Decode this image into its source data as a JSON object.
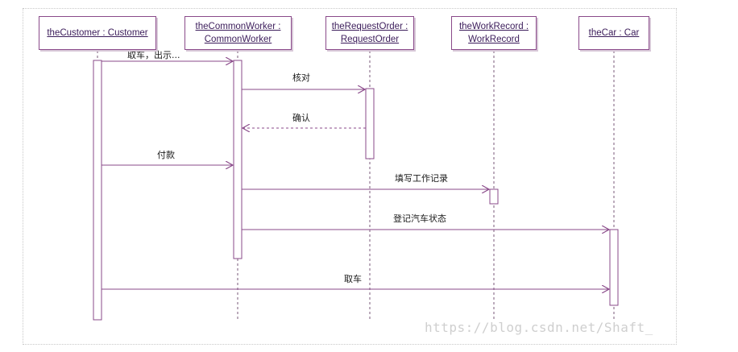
{
  "objects": [
    {
      "id": "customer",
      "line1": "theCustomer : Customer",
      "line2": ""
    },
    {
      "id": "worker",
      "line1": "theCommonWorker :",
      "line2": "CommonWorker"
    },
    {
      "id": "order",
      "line1": "theRequestOrder :",
      "line2": "RequestOrder"
    },
    {
      "id": "record",
      "line1": "theWorkRecord :",
      "line2": "WorkRecord"
    },
    {
      "id": "car",
      "line1": "theCar : Car",
      "line2": ""
    }
  ],
  "messages": [
    {
      "label": "取车，出示...",
      "from": "customer",
      "to": "worker",
      "style": "solid"
    },
    {
      "label": "核对",
      "from": "worker",
      "to": "order",
      "style": "solid"
    },
    {
      "label": "确认",
      "from": "order",
      "to": "worker",
      "style": "dashed"
    },
    {
      "label": "付款",
      "from": "customer",
      "to": "worker",
      "style": "solid"
    },
    {
      "label": "填写工作记录",
      "from": "worker",
      "to": "record",
      "style": "solid"
    },
    {
      "label": "登记汽车状态",
      "from": "worker",
      "to": "car",
      "style": "solid"
    },
    {
      "label": "取车",
      "from": "customer",
      "to": "car",
      "style": "solid"
    }
  ],
  "watermark": "https://blog.csdn.net/Shaft_",
  "colors": {
    "line": "#8a4a8a",
    "box_border": "#8a4a8a",
    "text": "#3b1c5a"
  }
}
